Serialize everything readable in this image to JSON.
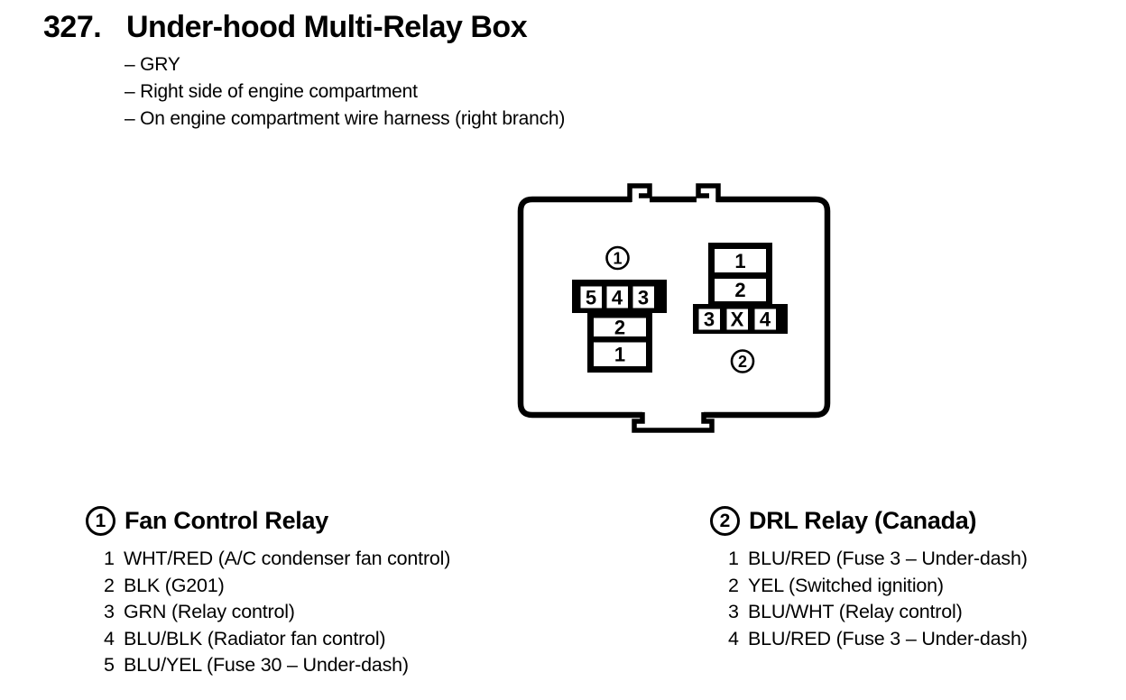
{
  "header": {
    "section_number": "327.",
    "title": "Under-hood Multi-Relay Box",
    "bullets": [
      "– GRY",
      "– Right side of engine compartment",
      "– On engine compartment wire harness (right branch)"
    ]
  },
  "diagram": {
    "box_color": "#000000",
    "connector1": {
      "callout": "1",
      "cells": {
        "c5": "5",
        "c4": "4",
        "c3": "3",
        "c2": "2",
        "c1": "1"
      }
    },
    "connector2": {
      "callout": "2",
      "cells": {
        "c1": "1",
        "c2": "2",
        "c3": "3",
        "cx": "X",
        "c4": "4"
      }
    }
  },
  "legends": [
    {
      "callout": "1",
      "title": "Fan Control Relay",
      "items": [
        {
          "pin": "1",
          "desc": "WHT/RED (A/C condenser fan control)"
        },
        {
          "pin": "2",
          "desc": "BLK (G201)"
        },
        {
          "pin": "3",
          "desc": "GRN (Relay control)"
        },
        {
          "pin": "4",
          "desc": "BLU/BLK (Radiator fan control)"
        },
        {
          "pin": "5",
          "desc": "BLU/YEL (Fuse 30 – Under-dash)"
        }
      ]
    },
    {
      "callout": "2",
      "title": "DRL Relay (Canada)",
      "items": [
        {
          "pin": "1",
          "desc": "BLU/RED (Fuse 3 – Under-dash)"
        },
        {
          "pin": "2",
          "desc": "YEL (Switched ignition)"
        },
        {
          "pin": "3",
          "desc": "BLU/WHT (Relay control)"
        },
        {
          "pin": "4",
          "desc": "BLU/RED (Fuse 3 – Under-dash)"
        }
      ]
    }
  ]
}
